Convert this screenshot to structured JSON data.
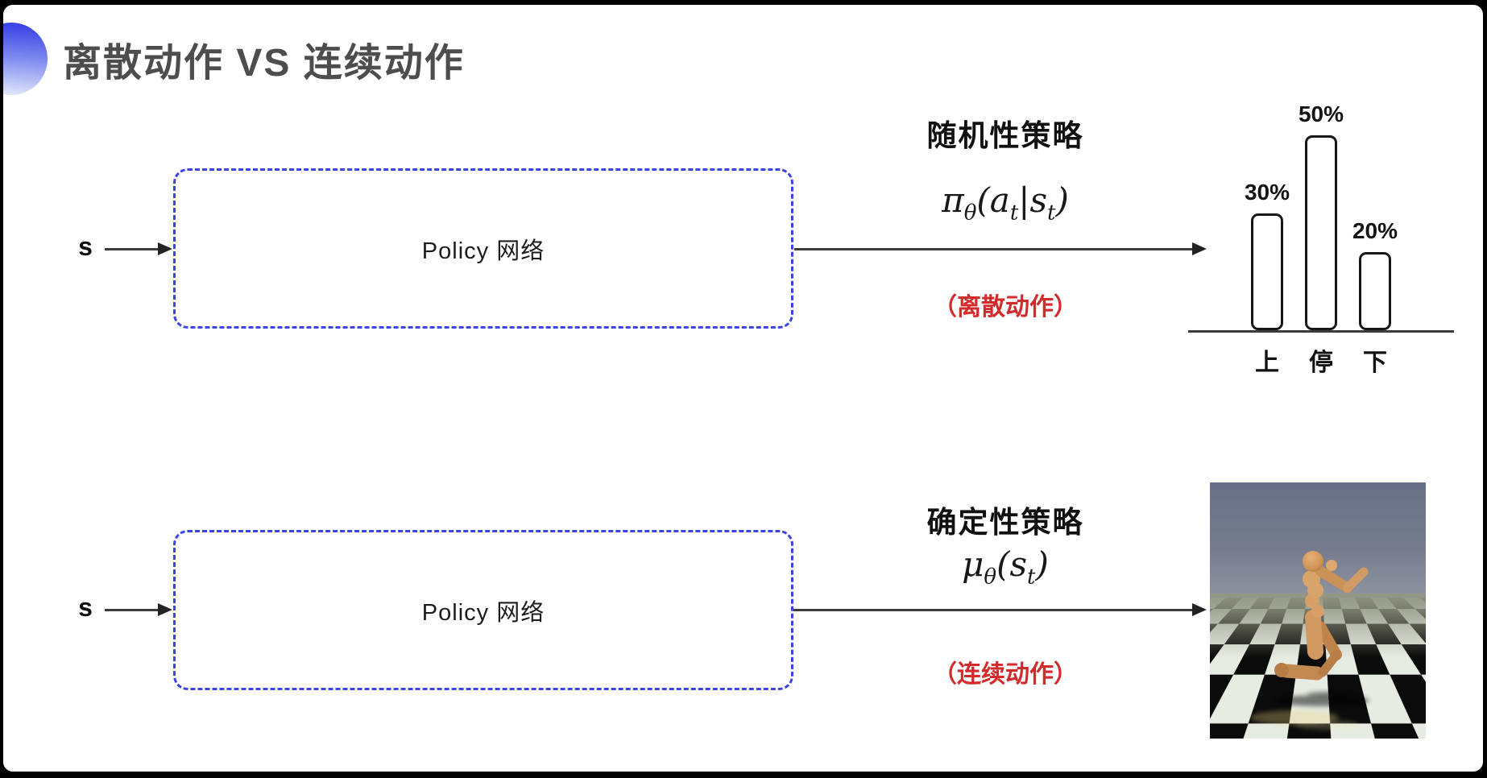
{
  "colors": {
    "accent_blue": "#3c45e0",
    "red": "#d32b2b",
    "title_gray": "#4d4d4d",
    "ink": "#161616"
  },
  "title": "离散动作 VS 连续动作",
  "stochastic": {
    "input": "s",
    "box": "Policy 网络",
    "heading": "随机性策略",
    "formula": {
      "p1": "π",
      "s1": "θ",
      "p2": "(a",
      "s2": "t",
      "p3": "|s",
      "s3": "t",
      "p4": ")"
    },
    "tag": "（离散动作）"
  },
  "deterministic": {
    "input": "s",
    "box": "Policy 网络",
    "heading": "确定性策略",
    "formula": {
      "p1": "μ",
      "s1": "θ",
      "p2": "(s",
      "s2": "t",
      "p3": ")"
    },
    "tag": "（连续动作）"
  },
  "chart_data": {
    "type": "bar",
    "categories": [
      "上",
      "停",
      "下"
    ],
    "values": [
      30,
      50,
      20
    ],
    "value_labels": [
      "30%",
      "50%",
      "20%"
    ],
    "title": "",
    "xlabel": "",
    "ylabel": "",
    "ylim": [
      0,
      55
    ],
    "grid": false,
    "legend": false,
    "style": "white bars, black rounded outline, baseline axis only"
  }
}
